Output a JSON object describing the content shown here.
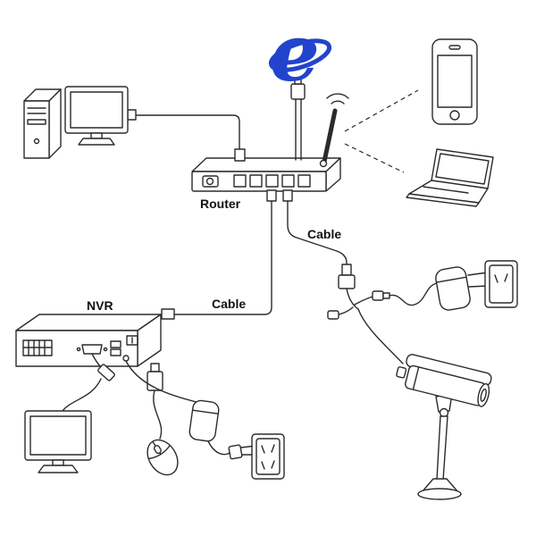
{
  "colors": {
    "line": "#2b2b2b",
    "ie_blue": "#2244cc",
    "background": "#ffffff"
  },
  "labels": {
    "router": "Router",
    "nvr": "NVR",
    "cable_to_nvr": "Cable",
    "cable_to_camera": "Cable",
    "ie_letter": "e"
  },
  "components": [
    {
      "id": "desktop-tower-icon",
      "label": "desktop computer tower"
    },
    {
      "id": "pc-monitor-icon",
      "label": "computer monitor"
    },
    {
      "id": "ie-logo-icon",
      "label": "Internet Explorer logo"
    },
    {
      "id": "router-icon",
      "label": "wireless router"
    },
    {
      "id": "router-antenna-icon",
      "label": "router antenna"
    },
    {
      "id": "wifi-signal-icon",
      "label": "wifi signal waves"
    },
    {
      "id": "wifi-link-to-phone",
      "label": "wireless link to smartphone"
    },
    {
      "id": "wifi-link-to-laptop",
      "label": "wireless link to laptop"
    },
    {
      "id": "smartphone-icon",
      "label": "smartphone"
    },
    {
      "id": "laptop-icon",
      "label": "laptop"
    },
    {
      "id": "nvr-icon",
      "label": "network video recorder"
    },
    {
      "id": "vga-connector-icon",
      "label": "VGA connector"
    },
    {
      "id": "nvr-monitor-icon",
      "label": "display monitor"
    },
    {
      "id": "usb-plug-icon",
      "label": "USB plug"
    },
    {
      "id": "mouse-icon",
      "label": "USB mouse"
    },
    {
      "id": "nvr-power-adapter-icon",
      "label": "power adapter"
    },
    {
      "id": "power-plug-icon",
      "label": "two-prong power plug"
    },
    {
      "id": "wall-outlet-left-icon",
      "label": "wall outlet"
    },
    {
      "id": "camera-pigtail",
      "label": "camera pigtail connectors"
    },
    {
      "id": "camera-power-adapter-icon",
      "label": "camera power adapter"
    },
    {
      "id": "wall-outlet-right-icon",
      "label": "wall outlet"
    },
    {
      "id": "bullet-camera-icon",
      "label": "bullet security camera"
    },
    {
      "id": "camera-stand-icon",
      "label": "camera mount stand"
    }
  ]
}
